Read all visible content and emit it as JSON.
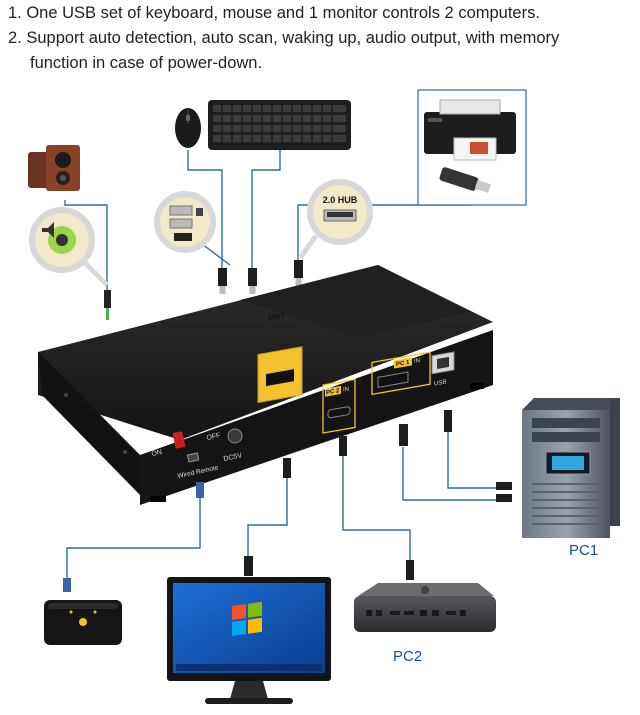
{
  "features": [
    "1. One USB set of keyboard, mouse and 1 monitor controls 2 computers.",
    "2. Support auto detection, auto scan, waking up, audio output, with memory",
    "function in case of power-down."
  ],
  "kvm": {
    "on_label": "ON",
    "off_label": "OFF",
    "dc_label": "DC5V",
    "wired_remote_label": "Wired Remote",
    "out_label": "OUT",
    "pc2_label": "PC 2",
    "pc1_label": "PC 1",
    "in_label": "IN",
    "usb_label": "USB"
  },
  "callouts": {
    "hub_label": "2.0 HUB"
  },
  "devices": {
    "pc1_label": "PC1",
    "pc2_label": "PC2"
  },
  "colors": {
    "cable": "#2f6f9a",
    "badge": "#f2c230",
    "badge_border": "#c79a1a"
  }
}
